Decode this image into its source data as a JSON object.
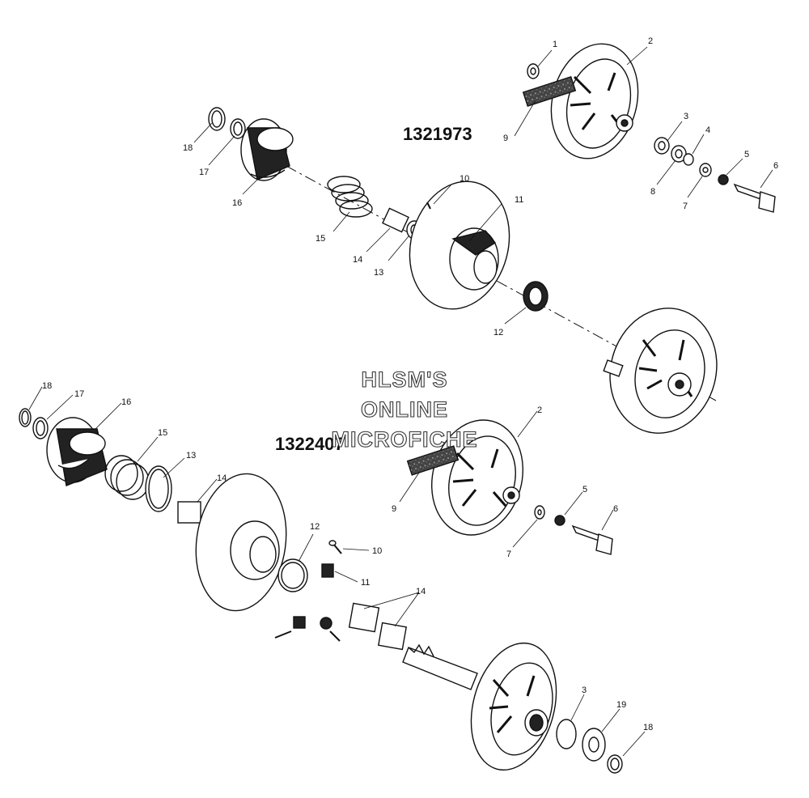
{
  "assemblies": [
    {
      "number": "1321973"
    },
    {
      "number": "1322407"
    }
  ],
  "watermark": {
    "line1": "HLSM'S",
    "line2": "ONLINE",
    "line3": "MICROFICHE"
  },
  "callouts_top": [
    "1",
    "2",
    "3",
    "4",
    "5",
    "6",
    "7",
    "8",
    "9",
    "10",
    "11",
    "12",
    "13",
    "14",
    "15",
    "16",
    "17",
    "18"
  ],
  "callouts_bottom": [
    "18",
    "17",
    "16",
    "15",
    "13",
    "14",
    "12",
    "10",
    "11",
    "2",
    "5",
    "6",
    "9",
    "7",
    "14",
    "3",
    "19",
    "18"
  ]
}
